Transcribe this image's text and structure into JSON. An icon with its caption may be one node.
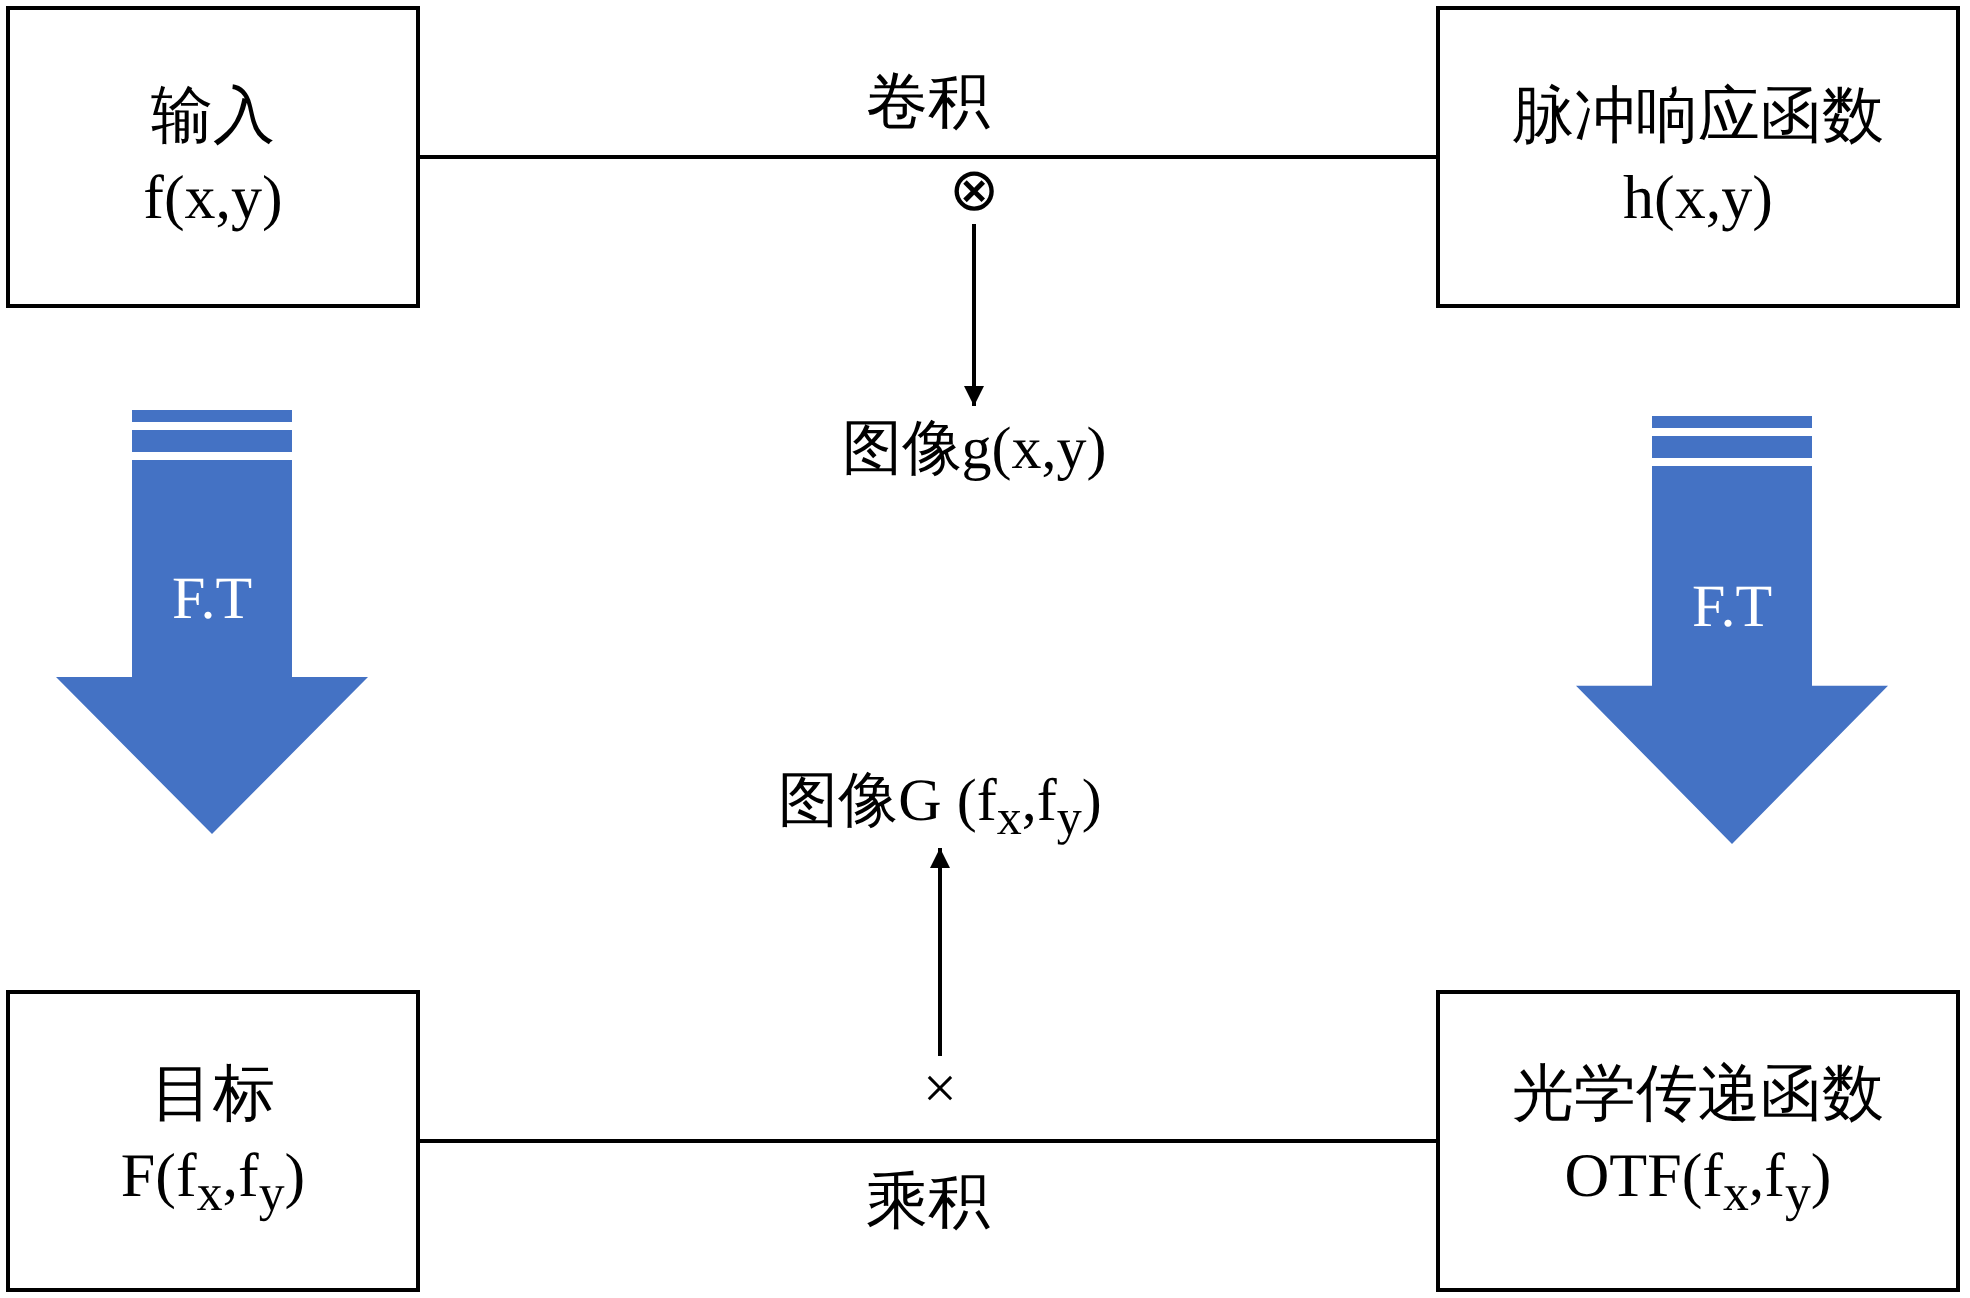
{
  "diagram": {
    "nodes": [
      {
        "text": [
          "输入",
          "f(x,y)"
        ]
      },
      {
        "text": [
          "脉冲响应函数",
          "h(x,y)"
        ]
      },
      {
        "text": [
          "⊗"
        ]
      },
      {
        "text": [
          "图像g(x,y)"
        ]
      },
      {
        "text": [
          "图像G (f$_{x}$,f$_{y}$)"
        ]
      },
      {
        "text": [
          "目标",
          "F(f$_{x}$,f$_{y}$)"
        ]
      },
      {
        "text": [
          "光学传递函数",
          "OTF(f$_{x}$,f$_{y}$)"
        ]
      },
      {
        "text": [
          "×"
        ]
      },
      {
        "text": [
          "F.T"
        ]
      },
      {
        "text": [
          "F.T"
        ]
      }
    ],
    "edges": [
      {
        "from": 0,
        "to": 1,
        "arrow": "none",
        "label": "卷积"
      },
      {
        "from": 2,
        "to": 3,
        "arrow": "to"
      },
      {
        "from": 7,
        "to": 4,
        "arrow": "to"
      },
      {
        "from": 5,
        "to": 6,
        "arrow": "none",
        "label": "乘积"
      }
    ]
  }
}
